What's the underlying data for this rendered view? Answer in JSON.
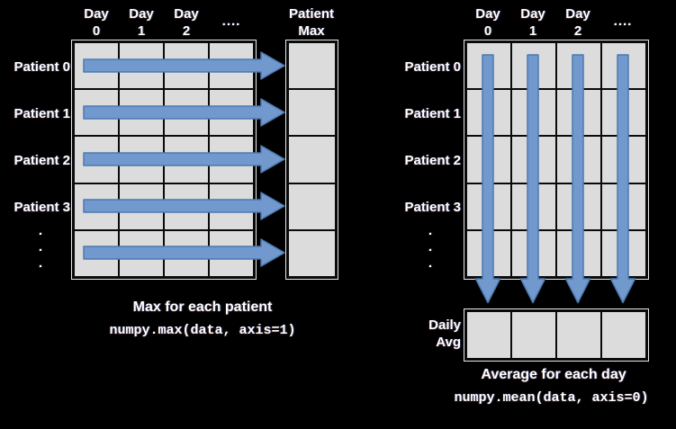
{
  "colors": {
    "background": "#000000",
    "cell_fill": "#DCDCDC",
    "grid_line": "#0A0A0A",
    "grid_highlight": "#E9E9E9",
    "arrow_fill": "#7199CE",
    "arrow_stroke": "#4C79B0",
    "text": "#FFFFFF"
  },
  "left": {
    "day_headers": [
      [
        "Day",
        "0"
      ],
      [
        "Day",
        "1"
      ],
      [
        "Day",
        "2"
      ]
    ],
    "header_ellipsis": "....",
    "row_labels": [
      "Patient 0",
      "Patient 1",
      "Patient 2",
      "Patient 3"
    ],
    "row_ellipsis": ".\n.\n.",
    "result_header": [
      "Patient",
      "Max"
    ],
    "grid": {
      "rows": 5,
      "cols": 4
    },
    "result_grid": {
      "rows": 5,
      "cols": 1
    },
    "caption": "Max for each patient",
    "code": "numpy.max(data, axis=1)"
  },
  "right": {
    "day_headers": [
      [
        "Day",
        "0"
      ],
      [
        "Day",
        "1"
      ],
      [
        "Day",
        "2"
      ]
    ],
    "header_ellipsis": "....",
    "row_labels": [
      "Patient 0",
      "Patient 1",
      "Patient 2",
      "Patient 3"
    ],
    "row_ellipsis": ".\n.\n.",
    "result_label": [
      "Daily",
      "Avg"
    ],
    "grid": {
      "rows": 5,
      "cols": 4
    },
    "result_grid": {
      "rows": 1,
      "cols": 4
    },
    "caption": "Average for each day",
    "code": "numpy.mean(data, axis=0)"
  }
}
